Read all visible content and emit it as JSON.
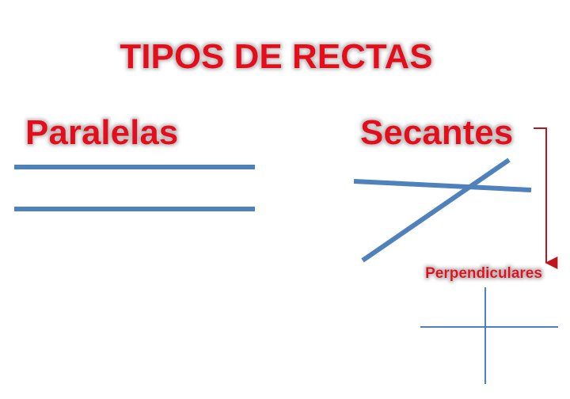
{
  "title": "TIPOS DE RECTAS",
  "groups": {
    "paralelas": {
      "label": "Paralelas"
    },
    "secantes": {
      "label": "Secantes"
    },
    "perpendiculares": {
      "label": "Perpendiculares"
    }
  },
  "colors": {
    "title": "#e3101e",
    "lines": "#4f81bd",
    "arrow": "#c0151c"
  }
}
